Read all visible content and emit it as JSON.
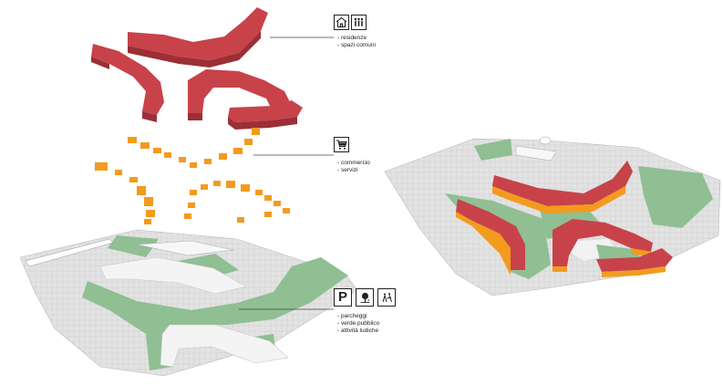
{
  "legend_residential": {
    "icons": [
      "house-icon",
      "people-icon"
    ],
    "items": [
      "- residenze",
      "- spazi comuni"
    ]
  },
  "legend_commercial": {
    "icons": [
      "shopping-cart-icon"
    ],
    "items": [
      "- commercio",
      "- servizi"
    ]
  },
  "legend_ground": {
    "icons": [
      "parking-icon",
      "tree-icon",
      "playground-icon"
    ],
    "parking_letter": "P",
    "items": [
      "- parcheggi",
      "- verde pubblico",
      "- attività ludiche"
    ]
  },
  "colors": {
    "residential": "#c8424a",
    "commercial": "#f29b1f",
    "green": "#8fbf93",
    "ground": "#ececec",
    "paving": "#d9d9d9"
  }
}
